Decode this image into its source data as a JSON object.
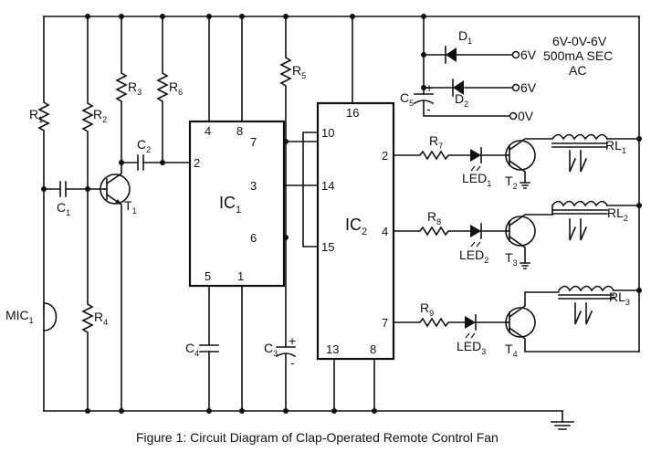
{
  "caption": "Figure 1: Circuit Diagram of Clap-Operated Remote Control Fan",
  "power": {
    "line1": "6V-0V-6V",
    "line2": "500mA SEC",
    "line3": "AC",
    "tap_top": "6V",
    "tap_mid": "6V",
    "tap_zero": "0V"
  },
  "components": {
    "R1": {
      "main": "R",
      "sub": "1"
    },
    "R2": {
      "main": "R",
      "sub": "2"
    },
    "R3": {
      "main": "R",
      "sub": "3"
    },
    "R4": {
      "main": "R",
      "sub": "4"
    },
    "R5": {
      "main": "R",
      "sub": "5"
    },
    "R6": {
      "main": "R",
      "sub": "6"
    },
    "R7": {
      "main": "R",
      "sub": "7"
    },
    "R8": {
      "main": "R",
      "sub": "8"
    },
    "R9": {
      "main": "R",
      "sub": "9"
    },
    "C1": {
      "main": "C",
      "sub": "1"
    },
    "C2": {
      "main": "C",
      "sub": "2"
    },
    "C3": {
      "main": "C",
      "sub": "3"
    },
    "C4": {
      "main": "C",
      "sub": "4"
    },
    "C5": {
      "main": "C",
      "sub": "5"
    },
    "D1": {
      "main": "D",
      "sub": "1"
    },
    "D2": {
      "main": "D",
      "sub": "2"
    },
    "T1": {
      "main": "T",
      "sub": "1"
    },
    "T2": {
      "main": "T",
      "sub": "2"
    },
    "T3": {
      "main": "T",
      "sub": "3"
    },
    "T4": {
      "main": "T",
      "sub": "4"
    },
    "LED1": {
      "main": "LED",
      "sub": "1"
    },
    "LED2": {
      "main": "LED",
      "sub": "2"
    },
    "LED3": {
      "main": "LED",
      "sub": "3"
    },
    "RL1": {
      "main": "RL",
      "sub": "1"
    },
    "RL2": {
      "main": "RL",
      "sub": "2"
    },
    "RL3": {
      "main": "RL",
      "sub": "3"
    },
    "MIC1": {
      "main": "MIC",
      "sub": "1"
    },
    "IC1": {
      "main": "IC",
      "sub": "1"
    },
    "IC2": {
      "main": "IC",
      "sub": "2"
    }
  },
  "ic1_pins": {
    "p4": "4",
    "p8": "8",
    "p7": "7",
    "p2": "2",
    "p3": "3",
    "p6": "6",
    "p5": "5",
    "p1": "1"
  },
  "ic2_pins": {
    "p16": "16",
    "p10": "10",
    "p14": "14",
    "p15": "15",
    "p2": "2",
    "p4": "4",
    "p7": "7",
    "p13": "13",
    "p8": "8"
  },
  "polarity": {
    "plus": "+",
    "minus": "-"
  }
}
